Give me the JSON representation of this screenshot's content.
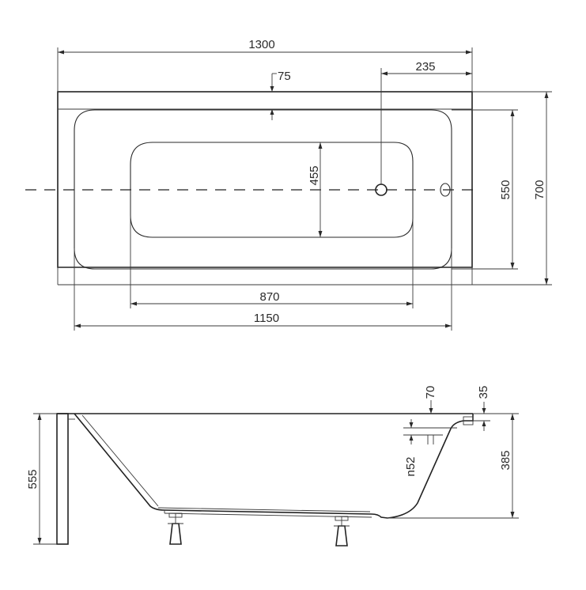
{
  "top_view": {
    "dimensions": {
      "overall_length": "1300",
      "overflow_offset": "235",
      "rim_width": "75",
      "inner_basin_width": "455",
      "overall_width": "700",
      "basin_width": "550",
      "inner_basin_length": "870",
      "basin_length": "1150"
    }
  },
  "side_view": {
    "dimensions": {
      "overall_height": "555",
      "rim_thickness_a": "70",
      "rim_thickness_b": "35",
      "overflow_height": "n52",
      "basin_depth": "385"
    }
  }
}
